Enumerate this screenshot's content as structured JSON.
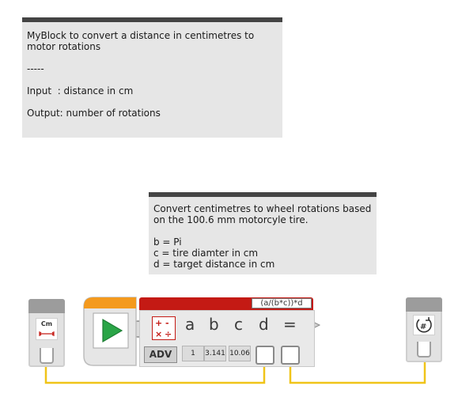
{
  "comments": {
    "top": {
      "lines": [
        "MyBlock to convert a distance in centimetres to",
        "motor rotations",
        "",
        "-----",
        "",
        "Input  : distance in cm",
        "",
        "Output: number of rotations"
      ]
    },
    "middle": {
      "lines": [
        "Convert centimetres to wheel rotations based",
        "on the 100.6 mm motorcyle tire.",
        "",
        "b = Pi",
        "c = tire diamter in cm",
        "d = target distance in cm"
      ]
    }
  },
  "input_block": {
    "label": "Cm",
    "icon": "distance-arrows-icon"
  },
  "start_block": {
    "icon": "play-icon"
  },
  "math_block": {
    "formula": "(a/(b*c))*d",
    "operators_icon": "math-operators-icon",
    "mode_button": "ADV",
    "variables": [
      "a",
      "b",
      "c",
      "d"
    ],
    "equals": "=",
    "values": {
      "a": "1",
      "b": "3.141",
      "c": "10.06"
    }
  },
  "output_block": {
    "icon": "rotations-hash-icon"
  },
  "colors": {
    "wire": "#f0c419",
    "start_green": "#2aa547",
    "math_red": "#c41a14",
    "start_orange": "#f49a1e",
    "comment_bg": "#e6e6e6",
    "comment_bar": "#444444"
  }
}
